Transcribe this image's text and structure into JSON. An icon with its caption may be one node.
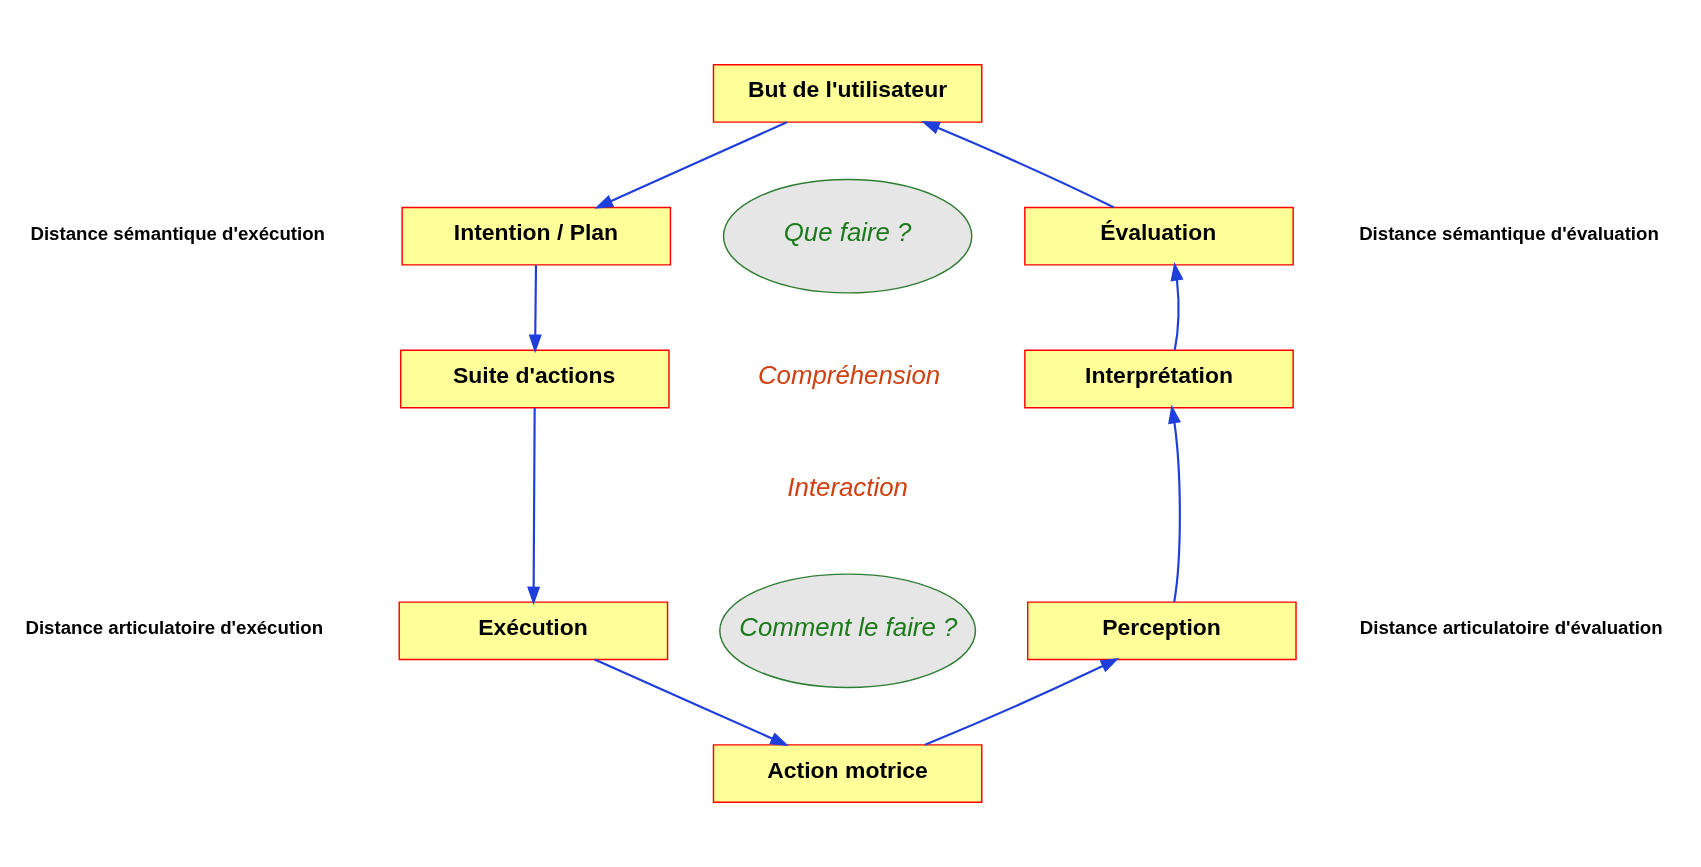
{
  "diagram": {
    "nodes": [
      {
        "text": [
          "But de l'utilisateur"
        ]
      },
      {
        "text": [
          "Intention / Plan"
        ]
      },
      {
        "text": [
          "Suite d'actions"
        ]
      },
      {
        "text": [
          "Exécution"
        ]
      },
      {
        "text": [
          "Action motrice"
        ]
      },
      {
        "text": [
          "Perception"
        ]
      },
      {
        "text": [
          "Interprétation"
        ]
      },
      {
        "text": [
          "Évaluation"
        ]
      },
      {
        "text": [
          "Que faire ?"
        ]
      },
      {
        "text": [
          "Comment le faire ?"
        ]
      }
    ],
    "edges": [
      {
        "from": 0,
        "to": 1,
        "arrow": "to"
      },
      {
        "from": 1,
        "to": 2,
        "arrow": "to"
      },
      {
        "from": 2,
        "to": 3,
        "arrow": "to"
      },
      {
        "from": 3,
        "to": 4,
        "arrow": "to"
      },
      {
        "from": 4,
        "to": 5,
        "arrow": "to"
      },
      {
        "from": 5,
        "to": 6,
        "arrow": "to"
      },
      {
        "from": 6,
        "to": 7,
        "arrow": "to"
      },
      {
        "from": 7,
        "to": 0,
        "arrow": "to"
      }
    ],
    "labels": [
      "Distance sémantique d'exécution",
      "Distance sémantique d'évaluation",
      "Compréhension",
      "Interaction",
      "Distance articulatoire d'exécution",
      "Distance articulatoire d'évaluation"
    ]
  }
}
